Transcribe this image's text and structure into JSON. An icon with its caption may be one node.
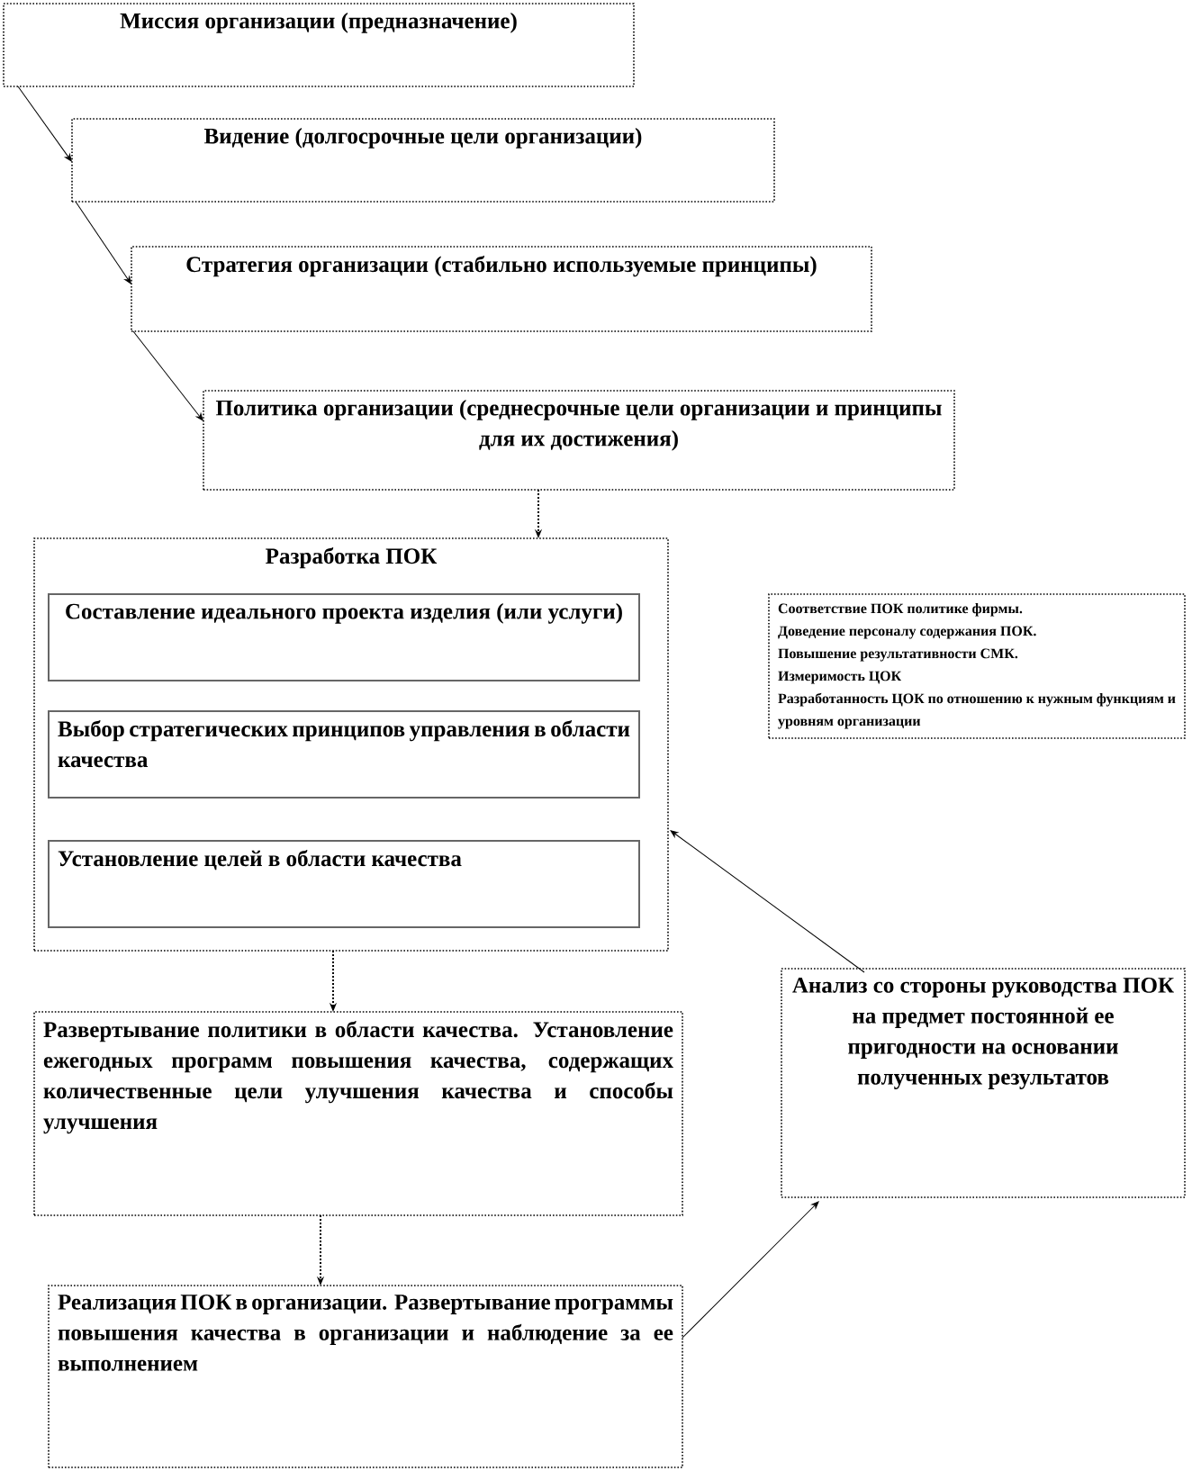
{
  "diagram": {
    "nodes": [
      {
        "text": [
          "Миссия организации (предназначение)"
        ]
      },
      {
        "text": [
          "Видение (долгосрочные цели организации)"
        ]
      },
      {
        "text": [
          "Стратегия организации (стабильно используемые принципы)"
        ]
      },
      {
        "text": [
          "Политика организации (среднесрочные цели организации и принципы для их достижения)"
        ]
      },
      {
        "text": [
          "Разработка ПОК"
        ]
      },
      {
        "text": [
          "Составление идеального проекта изделия (или услуги)"
        ],
        "in": 4
      },
      {
        "text": [
          "Выбор стратегических принципов управления в области качества"
        ],
        "in": 4
      },
      {
        "text": [
          "Установление целей в области качества"
        ],
        "in": 4
      },
      {
        "text": [
          "Соответствие ПОК политике фирмы.",
          "Доведение персоналу содержания ПОК.",
          "Повышение результативности СМК.",
          "Измеримость ЦОК",
          "Разработанность ЦОК по отношению к нужным функциям и уровням организации"
        ]
      },
      {
        "text": [
          "Анализ со стороны руководства ПОК на предмет постоянной ее пригодности на основании полученных результатов"
        ]
      },
      {
        "text": [
          "Развертывание политики в области качества. Установление ежегодных программ повышения качества, содержащих количественные цели улучшения качества и способы улучшения"
        ]
      },
      {
        "text": [
          "Реализация ПОК в организации. Развертывание программы повышения качества в организации и наблюдение за ее выполнением"
        ]
      }
    ],
    "edges": [
      {
        "from": 0,
        "to": 1,
        "arrow": "to"
      },
      {
        "from": 1,
        "to": 2,
        "arrow": "to"
      },
      {
        "from": 2,
        "to": 3,
        "arrow": "to"
      },
      {
        "from": 3,
        "to": 4,
        "arrow": "to",
        "style": "dashed"
      },
      {
        "from": 4,
        "to": 10,
        "arrow": "to",
        "style": "dashed"
      },
      {
        "from": 10,
        "to": 11,
        "arrow": "to",
        "style": "dashed"
      },
      {
        "from": 11,
        "to": 9,
        "arrow": "to"
      },
      {
        "from": 9,
        "to": 4,
        "arrow": "to"
      }
    ]
  }
}
